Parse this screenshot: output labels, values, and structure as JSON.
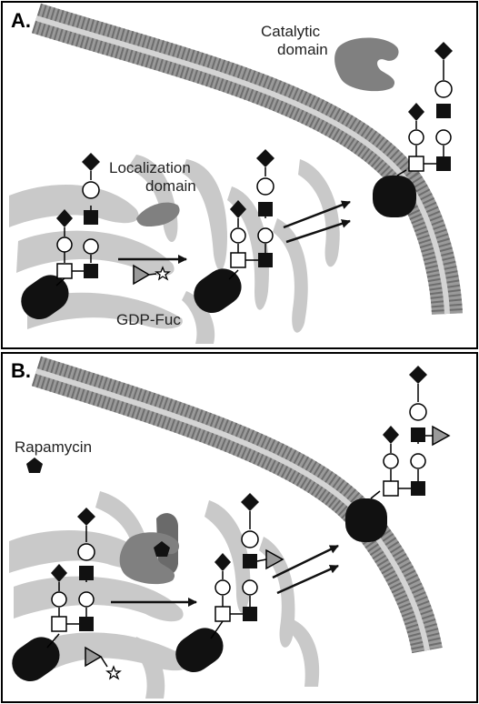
{
  "panels": [
    {
      "panel_label": "A.",
      "catalytic_label_line1": "Catalytic",
      "catalytic_label_line2": "domain",
      "localization_label_line1": "Localization",
      "localization_label_line2": "domain",
      "donor_label": "GDP-Fuc"
    },
    {
      "panel_label": "B.",
      "inhibitor_label": "Rapamycin"
    }
  ],
  "colors": {
    "golgi": "#c8c8c8",
    "domain": "#808080",
    "membrane": "#8c8c8c",
    "black": "#111111"
  }
}
